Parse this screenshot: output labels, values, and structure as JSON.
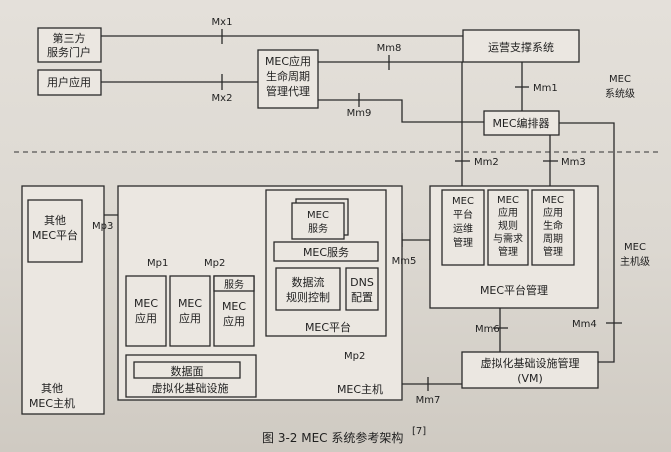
{
  "labels": {
    "third_party_line1": "第三方",
    "third_party_line2": "服务门户",
    "user_app": "用户应用",
    "lcm_proxy_line1": "MEC应用",
    "lcm_proxy_line2": "生命周期",
    "lcm_proxy_line3": "管理代理",
    "oss": "运营支撑系统",
    "orchestrator": "MEC编排器",
    "level_system_line1": "MEC",
    "level_system_line2": "系统级",
    "level_host_line1": "MEC",
    "level_host_line2": "主机级",
    "ops_mgmt": [
      "MEC",
      "平台",
      "运维",
      "管理"
    ],
    "rules_mgmt": [
      "MEC",
      "应用",
      "规则",
      "与需求",
      "管理"
    ],
    "app_lcm": [
      "MEC",
      "应用",
      "生命",
      "周期",
      "管理"
    ],
    "platform_mgmt": "MEC平台管理",
    "other_platform_line1": "其他",
    "other_platform_line2": "MEC平台",
    "other_host_line1": "其他",
    "other_host_line2": "MEC主机",
    "mec_service_small_line1": "MEC",
    "mec_service_small_line2": "服务",
    "mec_service": "MEC服务",
    "traffic_rules_line1": "数据流",
    "traffic_rules_line2": "规则控制",
    "dns_line1": "DNS",
    "dns_line2": "配置",
    "mec_platform": "MEC平台",
    "service_tag": "服务",
    "app_line1": "MEC",
    "app_line2": "应用",
    "data_plane": "数据面",
    "virt_infra": "虚拟化基础设施",
    "mec_host": "MEC主机",
    "vim_line1": "虚拟化基础设施管理",
    "vim_line2": "(VM)",
    "caption": "图 3-2   MEC 系统参考架构",
    "caption_ref": "[7]"
  },
  "ref_points": {
    "mx1": "Mx1",
    "mx2": "Mx2",
    "mm8": "Mm8",
    "mm9": "Mm9",
    "mm1": "Mm1",
    "mm2": "Mm2",
    "mm3": "Mm3",
    "mm5": "Mm5",
    "mm6": "Mm6",
    "mm4": "Mm4",
    "mm7": "Mm7",
    "mp1": "Mp1",
    "mp2_top": "Mp2",
    "mp2_bottom": "Mp2",
    "mp3": "Mp3"
  }
}
